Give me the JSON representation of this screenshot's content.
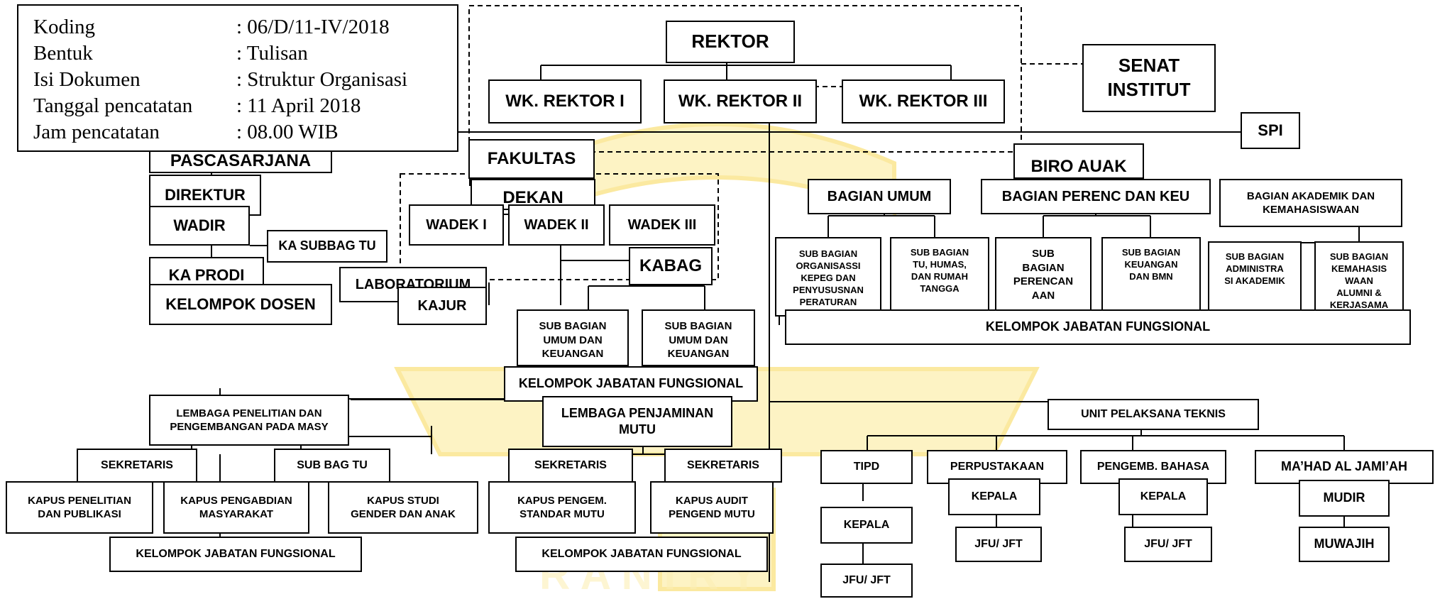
{
  "info": [
    {
      "key": "Koding",
      "value": ": 06/D/11-IV/2018"
    },
    {
      "key": "Bentuk",
      "value": ": Tulisan"
    },
    {
      "key": "Isi Dokumen",
      "value": ": Struktur Organisasi"
    },
    {
      "key": "Tanggal pencatatan",
      "value": ": 11 April 2018"
    },
    {
      "key": "Jam pencatatan",
      "value": ": 08.00 WIB"
    }
  ],
  "top": {
    "rektor": "REKTOR",
    "wk1": "WK. REKTOR I",
    "wk2": "WK. REKTOR II",
    "wk3": "WK. REKTOR III",
    "senat": "SENAT\nINSTITUT",
    "spi": "SPI"
  },
  "pasca": {
    "title": "PASCASARJANA",
    "direktur": "DIREKTUR",
    "wadir": "WADIR",
    "subbag": "KA SUBBAG TU",
    "kaprodi": "KA PRODI",
    "dosen": "KELOMPOK DOSEN"
  },
  "fakultas": {
    "title": "FAKULTAS",
    "dekan": "DEKAN",
    "wadek1": "WADEK I",
    "wadek2": "WADEK II",
    "wadek3": "WADEK III",
    "kabag": "KABAG",
    "lab": "LABORATORIUM",
    "kajur": "KAJUR",
    "sub1": "SUB BAGIAN\nUMUM DAN\nKEUANGAN",
    "sub2": "SUB BAGIAN\nUMUM DAN\nKEUANGAN",
    "jf": "KELOMPOK JABATAN FUNGSIONAL"
  },
  "biro": {
    "title": "BIRO AUAK",
    "umum": "BAGIAN UMUM",
    "perenc": "BAGIAN PERENC DAN KEU",
    "akad": "BAGIAN AKADEMIK DAN\nKEMAHASISWAAN",
    "s1": "SUB BAGIAN\nORGANISASSI\nKEPEG DAN\nPENYUSUSNAN\nPERATURAN",
    "s2": "SUB BAGIAN\nTU, HUMAS,\nDAN RUMAH\nTANGGA",
    "s3": "SUB\nBAGIAN\nPERENCAN\nAAN",
    "s4": "SUB BAGIAN\nKEUANGAN\nDAN BMN",
    "s5": "SUB BAGIAN\nADMINISTRA\nSI AKADEMIK",
    "s6": "SUB BAGIAN\nKEMAHASIS\nWAAN\nALUMNI &\nKERJASAMA",
    "jf": "KELOMPOK JABATAN FUNGSIONAL"
  },
  "lp2m": {
    "title": "LEMBAGA PENELITIAN DAN\nPENGEMBANGAN PADA MASY",
    "sek": "SEKRETARIS",
    "subbag": "SUB BAG TU",
    "kapus1": "KAPUS PENELITIAN\nDAN PUBLIKASI",
    "kapus2": "KAPUS PENGABDIAN\nMASYARAKAT",
    "kapus3": "KAPUS STUDI\nGENDER DAN ANAK",
    "jf": "KELOMPOK JABATAN FUNGSIONAL"
  },
  "lpm": {
    "title": "LEMBAGA PENJAMINAN\nMUTU",
    "sek1": "SEKRETARIS",
    "sek2": "SEKRETARIS",
    "kapus1": "KAPUS PENGEM.\nSTANDAR MUTU",
    "kapus2": "KAPUS AUDIT\nPENGEND MUTU",
    "jf": "KELOMPOK JABATAN FUNGSIONAL"
  },
  "upt": {
    "title": "UNIT PELAKSANA TEKNIS",
    "tipd": "TIPD",
    "tipd_kepala": "KEPALA",
    "tipd_jfu": "JFU/ JFT",
    "perpus": "PERPUSTAKAAN",
    "perpus_kepala": "KEPALA",
    "perpus_jfu": "JFU/ JFT",
    "bahasa": "PENGEMB. BAHASA",
    "bahasa_kepala": "KEPALA",
    "bahasa_jfu": "JFU/ JFT",
    "mahad": "MA’HAD AL JAMI’AH",
    "mudir": "MUDIR",
    "muwajih": "MUWAJIH"
  }
}
